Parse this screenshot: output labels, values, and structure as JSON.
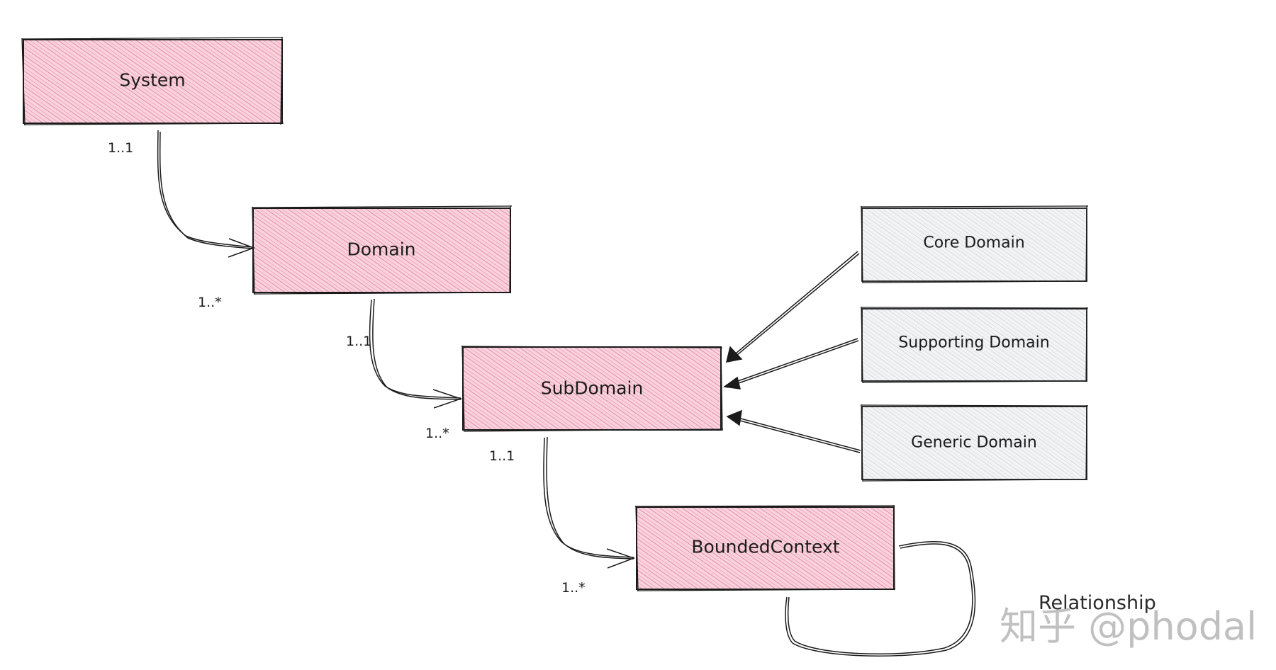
{
  "boxes": {
    "system": {
      "label": "System"
    },
    "domain": {
      "label": "Domain"
    },
    "subdomain": {
      "label": "SubDomain"
    },
    "bounded_context": {
      "label": "BoundedContext"
    },
    "core_domain": {
      "label": "Core Domain"
    },
    "supporting_domain": {
      "label": "Supporting Domain"
    },
    "generic_domain": {
      "label": "Generic Domain"
    }
  },
  "multiplicities": {
    "system_source": "1..1",
    "domain_target": "1..*",
    "domain_source": "1..1",
    "subdomain_target": "1..*",
    "subdomain_source": "1..1",
    "bounded_context_target": "1..*"
  },
  "self_relation": {
    "label": "Relationship"
  },
  "watermark": {
    "text": "知乎 @phodal"
  },
  "colors": {
    "primary_fill": "#f6c6d4",
    "primary_hatch": "#e0708f",
    "secondary_fill": "#f0f1f3",
    "secondary_hatch": "#b7bcc4",
    "stroke": "#1b1b1b"
  }
}
